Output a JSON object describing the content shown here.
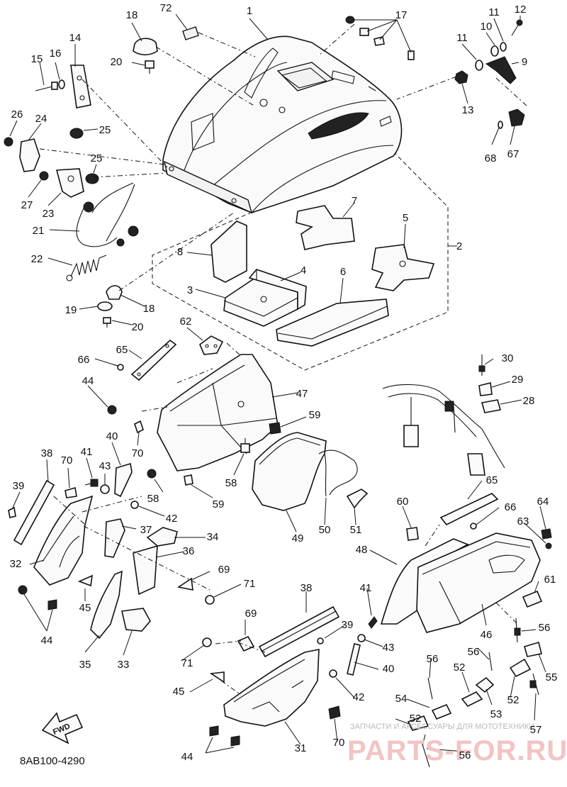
{
  "diagram_code": "8AB100-4290",
  "fwd_label": "FWD",
  "watermark": {
    "line1": "ЗАПЧАСТИ И АКСЕССУАРЫ ДЛЯ МОТОТЕХНИКИ",
    "line2": "PARTS-FOR.RU"
  },
  "part_numbers": [
    "1",
    "2",
    "3",
    "4",
    "5",
    "6",
    "7",
    "8",
    "9",
    "10",
    "11",
    "12",
    "13",
    "14",
    "15",
    "16",
    "17",
    "18",
    "19",
    "20",
    "21",
    "22",
    "23",
    "24",
    "25",
    "26",
    "27",
    "28",
    "29",
    "30",
    "31",
    "32",
    "33",
    "34",
    "35",
    "36",
    "37",
    "38",
    "39",
    "40",
    "41",
    "42",
    "43",
    "44",
    "45",
    "46",
    "47",
    "48",
    "49",
    "50",
    "51",
    "52",
    "53",
    "54",
    "55",
    "56",
    "57",
    "58",
    "59",
    "60",
    "61",
    "62",
    "63",
    "64",
    "65",
    "66",
    "67",
    "68",
    "69",
    "70",
    "71",
    "72"
  ]
}
